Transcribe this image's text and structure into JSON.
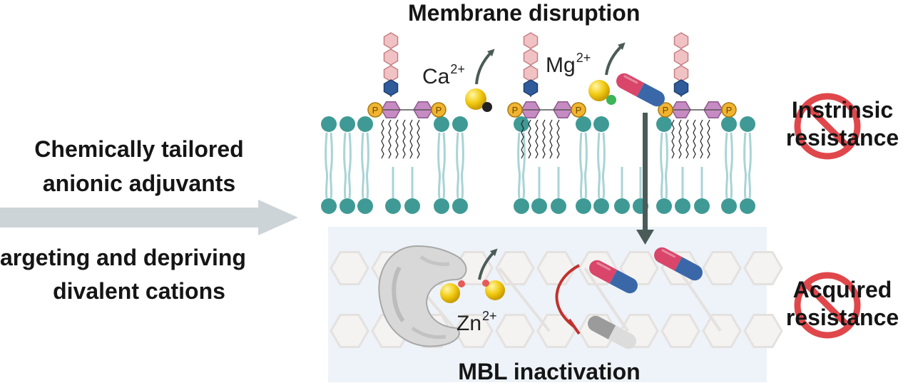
{
  "title_top": "Membrane disruption",
  "title_bottom": "MBL inactivation",
  "left_label": {
    "line1": "Chemically tailored",
    "line2": "anionic adjuvants",
    "line3": "argeting and depriving",
    "line4": "divalent cations"
  },
  "ions": {
    "ca": {
      "symbol": "Ca",
      "charge": "2+"
    },
    "mg": {
      "symbol": "Mg",
      "charge": "2+"
    },
    "zn": {
      "symbol": "Zn",
      "charge": "2+"
    }
  },
  "phosphate_label": "P",
  "resistance": {
    "intrinsic": {
      "line1": "Instrinsic",
      "line2": "resistance"
    },
    "acquired": {
      "line1": "Acquired",
      "line2": "resistance"
    }
  },
  "colors": {
    "lipid_head": "#3f9a95",
    "lipid_tail": "#a9d4d6",
    "sugar_pink": "#f1c2c4",
    "sugar_blue": "#2f5b9a",
    "sugar_violet": "#c78bc4",
    "phosphate": "#f2b430",
    "ion_gold": "#f2cc14",
    "arrow_gray": "#cdd4d8",
    "arrow_dark": "#4b5b57",
    "panel_blue": "#edf3f8",
    "prohibited_red": "#e0474b",
    "inhibit_red": "#c0322f",
    "capsule_red": "#d9466a",
    "capsule_blue": "#3a67a8"
  }
}
